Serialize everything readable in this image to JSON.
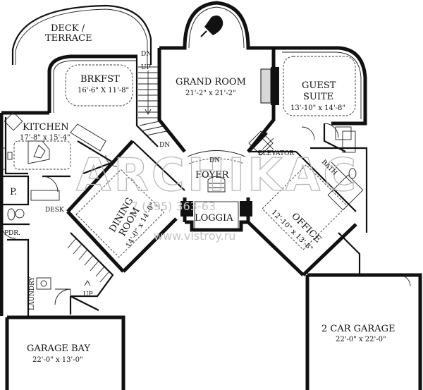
{
  "rooms": {
    "deck": {
      "name_line1": "DECK /",
      "name_line2": "TERRACE"
    },
    "breakfast": {
      "name": "BRKFST",
      "dimensions": "16'-6\" X 11'-8\""
    },
    "grand_room": {
      "name": "GRAND ROOM",
      "dimensions": "21'-2\" x 21'-2\""
    },
    "guest_suite": {
      "name_line1": "GUEST",
      "name_line2": "SUITE",
      "dimensions": "13'-10\" x 14'-8\""
    },
    "kitchen": {
      "name": "KITCHEN",
      "dimensions": "17'-8\" x 15'-4\""
    },
    "foyer": {
      "name": "FOYER"
    },
    "loggia": {
      "name": "LOGGIA"
    },
    "dining_room": {
      "name_line1": "DINING",
      "name_line2": "ROOM",
      "dimensions": "14'-0\" x 14'-0\""
    },
    "office": {
      "name": "OFFICE",
      "dimensions": "12'-10\" x 13'-8\""
    },
    "bath": {
      "name": "BATH"
    },
    "elevator": {
      "name": "ELEVATOR"
    },
    "pantry": {
      "name": "P."
    },
    "desk": {
      "name": "DESK"
    },
    "powder": {
      "name": "PDR."
    },
    "laundry": {
      "name": "LAUNDRY"
    },
    "garage_bay": {
      "name": "GARAGE BAY",
      "dimensions": "22'-0\" x 13'-0\""
    },
    "garage": {
      "name": "2 CAR GARAGE",
      "dimensions": "22'-0\" x 22'-0\""
    }
  },
  "stair_labels": {
    "dn_top": "DN",
    "up_top": "UP",
    "dn_mid": "DN",
    "dn_foyer": "DN",
    "up_bottom": "UP"
  },
  "watermark": {
    "brand": "ARCHIKAC",
    "phone": "7 (495) 363-63",
    "site": "www.vistroy.ru"
  }
}
